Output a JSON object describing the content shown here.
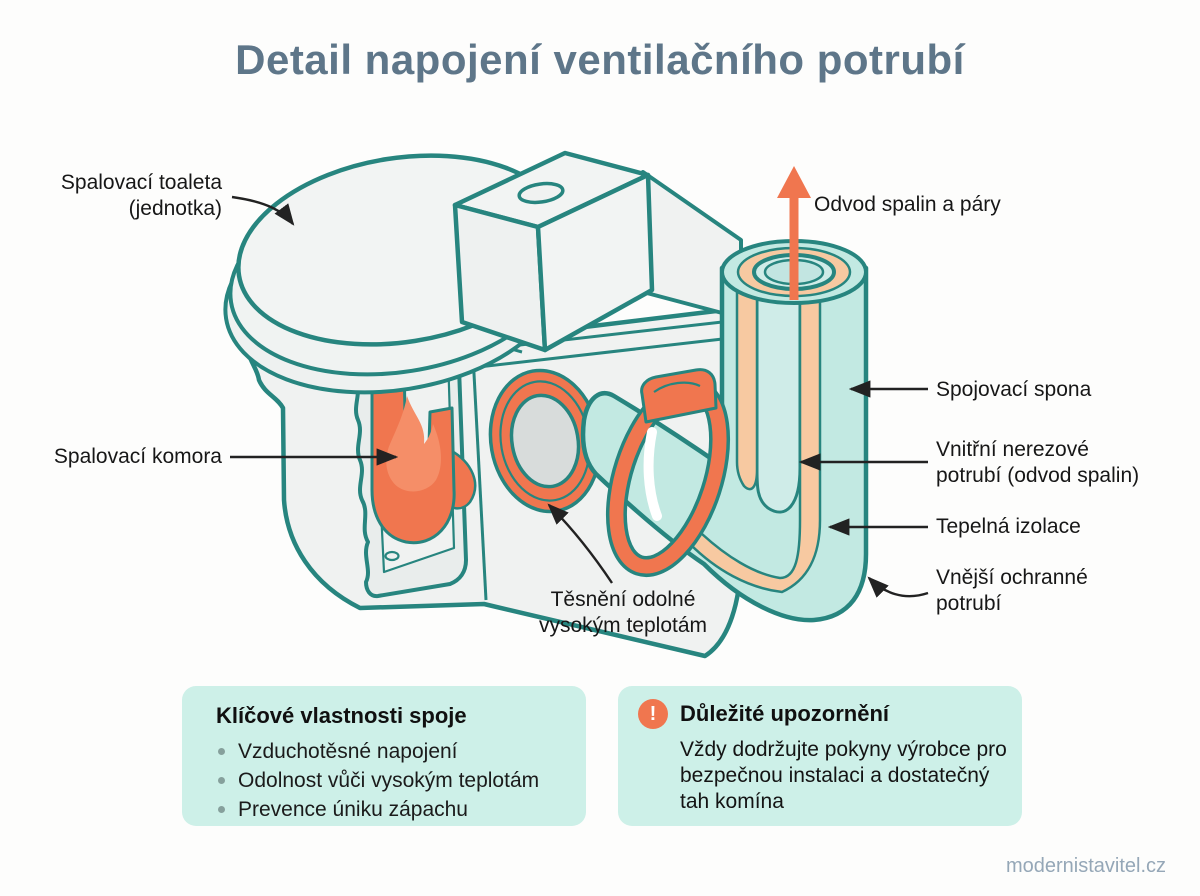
{
  "title": "Detail napojení ventilačního potrubí",
  "labels": {
    "toilet_unit": "Spalovací toaleta\n(jednotka)",
    "combustion_chamber": "Spalovací komora",
    "gasket": "Těsnění odolné\nvysokým teplotám",
    "exhaust": "Odvod spalin a páry",
    "clamp": "Spojovací spona",
    "inner_pipe": "Vnitřní nerezové\npotrubí (odvod spalin)",
    "insulation": "Tepelná izolace",
    "outer_pipe": "Vnější ochranné\npotrubí"
  },
  "features": {
    "heading": "Klíčové vlastnosti spoje",
    "bullets": [
      "Vzduchotěsné napojení",
      "Odolnost vůči vysokým teplotám",
      "Prevence úniku zápachu"
    ]
  },
  "warning": {
    "icon": "!",
    "heading": "Důležité upozornění",
    "body": "Vždy dodržujte pokyny výrobce pro bezpečnou instalaci a dostatečný tah komína"
  },
  "watermark": "modernistavitel.cz",
  "colors": {
    "outline_teal": "#27857f",
    "pipe_mint": "#c2e9e2",
    "inner_pipe_mint": "#cfece8",
    "insulation_peach": "#f7c9a1",
    "accent_coral": "#f0764f",
    "flame_coral": "#f58e68",
    "panel_mint": "#cdf0e8",
    "title_slate": "#5e7689"
  }
}
